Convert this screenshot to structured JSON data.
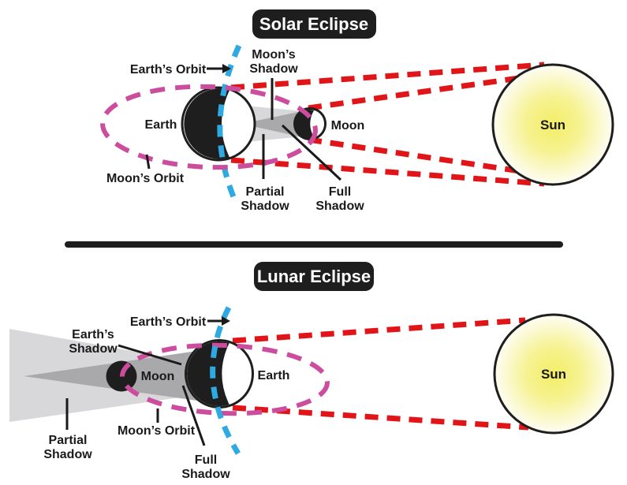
{
  "diagram": {
    "description": "Solar and Lunar Eclipse infographic diagram",
    "colors": {
      "background": "#ffffff",
      "red_sun_rays": "#e11418",
      "pink_moon_orbit": "#cc4d9e",
      "blue_earth_orbit": "#2fa9e1",
      "penumbra_gray": "#d8d8da",
      "umbra_gray": "#a9a9ab",
      "body_black": "#1e1e1e",
      "sun_core_yellow": "#f3ee66",
      "sun_edge_yellow": "#fefdf4",
      "title_badge_bg": "#1e1e1e",
      "title_badge_text": "#ffffff"
    },
    "solar": {
      "title": "Solar Eclipse",
      "labels": {
        "earths_orbit": "Earth’s Orbit",
        "moons_shadow_line1": "Moon’s",
        "moons_shadow_line2": "Shadow",
        "earth": "Earth",
        "moon": "Moon",
        "sun": "Sun",
        "moons_orbit": "Moon’s Orbit",
        "partial_shadow_line1": "Partial",
        "partial_shadow_line2": "Shadow",
        "full_shadow_line1": "Full",
        "full_shadow_line2": "Shadow"
      }
    },
    "lunar": {
      "title": "Lunar Eclipse",
      "labels": {
        "earths_orbit": "Earth’s Orbit",
        "earths_shadow_line1": "Earth’s",
        "earths_shadow_line2": "Shadow",
        "moon": "Moon",
        "earth": "Earth",
        "sun": "Sun",
        "moons_orbit": "Moon’s Orbit",
        "partial_shadow_line1": "Partial",
        "partial_shadow_line2": "Shadow",
        "full_shadow_line1": "Full",
        "full_shadow_line2": "Shadow"
      }
    }
  }
}
